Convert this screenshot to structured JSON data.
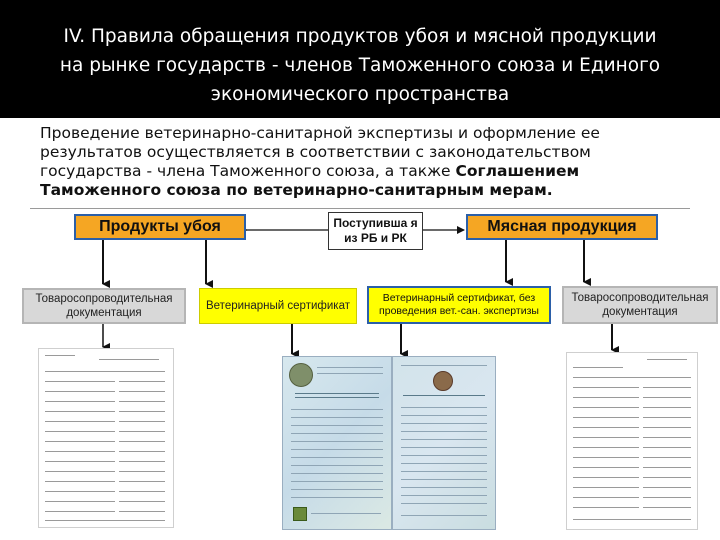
{
  "header": {
    "title_line1": "IV. Правила обращения продуктов убоя и мясной продукции",
    "title_line2": "на рынке государств - членов Таможенного союза и Единого",
    "title_line3": "экономического пространства"
  },
  "intro": {
    "part1": "Проведение ветеринарно-санитарной экспертизы и оформление ее результатов осуществляется в соответствии с законодательством государства - члена Таможенного союза, а также ",
    "bold": "Соглашением Таможенного союза по ветеринарно-санитарным мерам."
  },
  "diagram": {
    "node_products": "Продукты убоя",
    "node_center": "Поступивша я из РБ и РК",
    "node_meat": "Мясная продукция",
    "node_doc_left": "Товаросопроводительная документация",
    "node_vet_cert": "Ветеринарный сертификат",
    "node_vet_cert_noexam": "Ветеринарный сертификат, без проведения вет.-сан. экспертизы",
    "node_doc_right": "Товаросопроводительная документация"
  },
  "colors": {
    "header_bg": "#000000",
    "orange": "#f5a623",
    "yellow": "#ffff00",
    "gray": "#d8d8d8",
    "blue_border": "#2b5fa8"
  },
  "icons": {
    "arrow": "arrow-down-icon",
    "emblem": "emblem-icon"
  }
}
